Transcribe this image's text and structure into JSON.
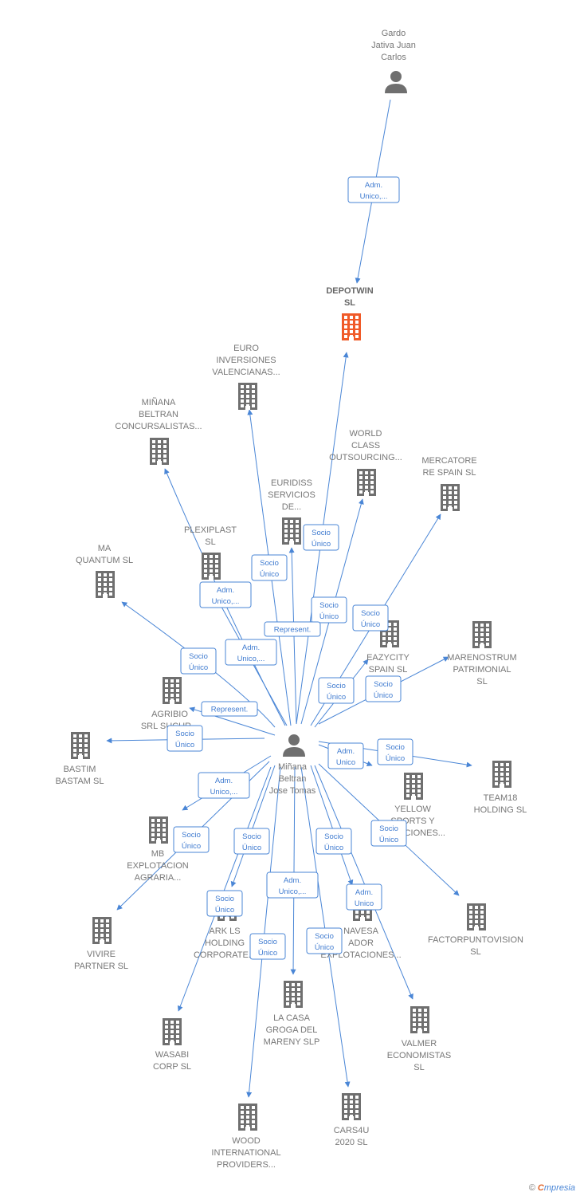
{
  "colors": {
    "edge": "#4a86d6",
    "node": "#6f6f6f",
    "focus": "#f05a28",
    "label": "#777777"
  },
  "nodes": [
    {
      "id": "gardo",
      "type": "person",
      "lines": [
        "Gardo",
        "Jativa Juan",
        "Carlos"
      ]
    },
    {
      "id": "depotwin",
      "type": "company-focus",
      "lines": [
        "DEPOTWIN",
        "SL"
      ]
    },
    {
      "id": "euro",
      "type": "company",
      "lines": [
        "EURO",
        "INVERSIONES",
        "VALENCIANAS..."
      ]
    },
    {
      "id": "minana-conc",
      "type": "company",
      "lines": [
        "MIÑANA",
        "BELTRAN",
        "CONCURSALISTAS..."
      ]
    },
    {
      "id": "world",
      "type": "company",
      "lines": [
        "WORLD",
        "CLASS",
        "OUTSOURCING..."
      ]
    },
    {
      "id": "mercatore",
      "type": "company",
      "lines": [
        "MERCATORE",
        "RE SPAIN SL"
      ]
    },
    {
      "id": "euridiss",
      "type": "company",
      "lines": [
        "EURIDISS",
        "SERVICIOS",
        "DE..."
      ]
    },
    {
      "id": "plexiplast",
      "type": "company",
      "lines": [
        "PLEXIPLAST",
        "SL"
      ]
    },
    {
      "id": "maquantum",
      "type": "company",
      "lines": [
        "MA",
        "QUANTUM SL"
      ]
    },
    {
      "id": "eazycity",
      "type": "company",
      "lines": [
        "EAZYCITY",
        "SPAIN SL"
      ]
    },
    {
      "id": "marenostrum",
      "type": "company",
      "lines": [
        "MARENOSTRUM",
        "PATRIMONIAL",
        "SL"
      ]
    },
    {
      "id": "agribio",
      "type": "company",
      "lines": [
        "AGRIBIO",
        "SRL SUCUR..."
      ]
    },
    {
      "id": "bastim",
      "type": "company",
      "lines": [
        "BASTIM",
        "BASTAM SL"
      ]
    },
    {
      "id": "person",
      "type": "person",
      "lines": [
        "Miñana",
        "Beltran",
        "Jose Tomas"
      ]
    },
    {
      "id": "team18",
      "type": "company",
      "lines": [
        "TEAM18",
        "HOLDING SL"
      ]
    },
    {
      "id": "yellow",
      "type": "company",
      "lines": [
        "YELLOW",
        "SPORTS Y",
        "CREACIONES..."
      ]
    },
    {
      "id": "mb",
      "type": "company",
      "lines": [
        "MB",
        "EXPLOTACION",
        "AGRARIA..."
      ]
    },
    {
      "id": "vivire",
      "type": "company",
      "lines": [
        "VIVIRE",
        "PARTNER SL"
      ]
    },
    {
      "id": "ark",
      "type": "company",
      "lines": [
        "ARK LS",
        "HOLDING",
        "CORPORATE..."
      ]
    },
    {
      "id": "navesa",
      "type": "company",
      "lines": [
        "NAVESA",
        "ADOR",
        "EXPLOTACIONES..."
      ]
    },
    {
      "id": "factor",
      "type": "company",
      "lines": [
        "FACTORPUNTOVISION",
        "SL"
      ]
    },
    {
      "id": "lacasa",
      "type": "company",
      "lines": [
        "LA CASA",
        "GROGA DEL",
        "MARENY SLP"
      ]
    },
    {
      "id": "wasabi",
      "type": "company",
      "lines": [
        "WASABI",
        "CORP SL"
      ]
    },
    {
      "id": "valmer",
      "type": "company",
      "lines": [
        "VALMER",
        "ECONOMISTAS",
        "SL"
      ]
    },
    {
      "id": "wood",
      "type": "company",
      "lines": [
        "WOOD",
        "INTERNATIONAL",
        "PROVIDERS..."
      ]
    },
    {
      "id": "cars4u",
      "type": "company",
      "lines": [
        "CARS4U",
        "2020 SL"
      ]
    }
  ],
  "edges": [
    {
      "from": "gardo",
      "to": "depotwin",
      "lines": [
        "Adm.",
        "Unico,..."
      ]
    },
    {
      "from": "person",
      "to": "depotwin",
      "lines": [
        "Socio",
        "Único"
      ]
    },
    {
      "from": "person",
      "to": "euro",
      "lines": [
        "Socio",
        "Único"
      ]
    },
    {
      "from": "person",
      "to": "minana-conc",
      "lines": [
        "Adm.",
        "Unico,..."
      ]
    },
    {
      "from": "person",
      "to": "world",
      "lines": [
        "Socio",
        "Único"
      ]
    },
    {
      "from": "person",
      "to": "mercatore",
      "lines": [
        "Socio",
        "Único"
      ]
    },
    {
      "from": "person",
      "to": "euridiss",
      "lines": [
        "Represent."
      ]
    },
    {
      "from": "person",
      "to": "plexiplast",
      "lines": [
        "Adm.",
        "Unico,..."
      ]
    },
    {
      "from": "person",
      "to": "maquantum",
      "lines": [
        "Socio",
        "Único"
      ]
    },
    {
      "from": "person",
      "to": "eazycity",
      "lines": [
        "Socio",
        "Único"
      ]
    },
    {
      "from": "person",
      "to": "marenostrum",
      "lines": [
        "Socio",
        "Único"
      ]
    },
    {
      "from": "person",
      "to": "agribio",
      "lines": [
        "Represent."
      ]
    },
    {
      "from": "person",
      "to": "bastim",
      "lines": [
        "Socio",
        "Único"
      ]
    },
    {
      "from": "person",
      "to": "team18",
      "lines": [
        "Socio",
        "Único"
      ]
    },
    {
      "from": "person",
      "to": "yellow",
      "lines": [
        "Adm.",
        "Unico"
      ]
    },
    {
      "from": "person",
      "to": "mb",
      "lines": [
        "Adm.",
        "Unico,..."
      ]
    },
    {
      "from": "person",
      "to": "vivire",
      "lines": [
        "Socio",
        "Único"
      ]
    },
    {
      "from": "person",
      "to": "ark",
      "lines": [
        "Socio",
        "Único"
      ]
    },
    {
      "from": "person",
      "to": "navesa",
      "lines": [
        "Socio",
        "Único"
      ]
    },
    {
      "from": "person",
      "to": "factor",
      "lines": [
        "Socio",
        "Único"
      ]
    },
    {
      "from": "person",
      "to": "lacasa",
      "lines": [
        "Adm.",
        "Unico,..."
      ]
    },
    {
      "from": "person",
      "to": "wasabi",
      "lines": [
        "Socio",
        "Único"
      ]
    },
    {
      "from": "person",
      "to": "valmer",
      "lines": [
        "Adm.",
        "Unico"
      ]
    },
    {
      "from": "person",
      "to": "wood",
      "lines": [
        "Socio",
        "Único"
      ]
    },
    {
      "from": "person",
      "to": "cars4u",
      "lines": [
        "Socio",
        "Único"
      ]
    }
  ],
  "footer": {
    "copyright": "©",
    "brand_first": "C",
    "brand_rest": "mpresia"
  }
}
